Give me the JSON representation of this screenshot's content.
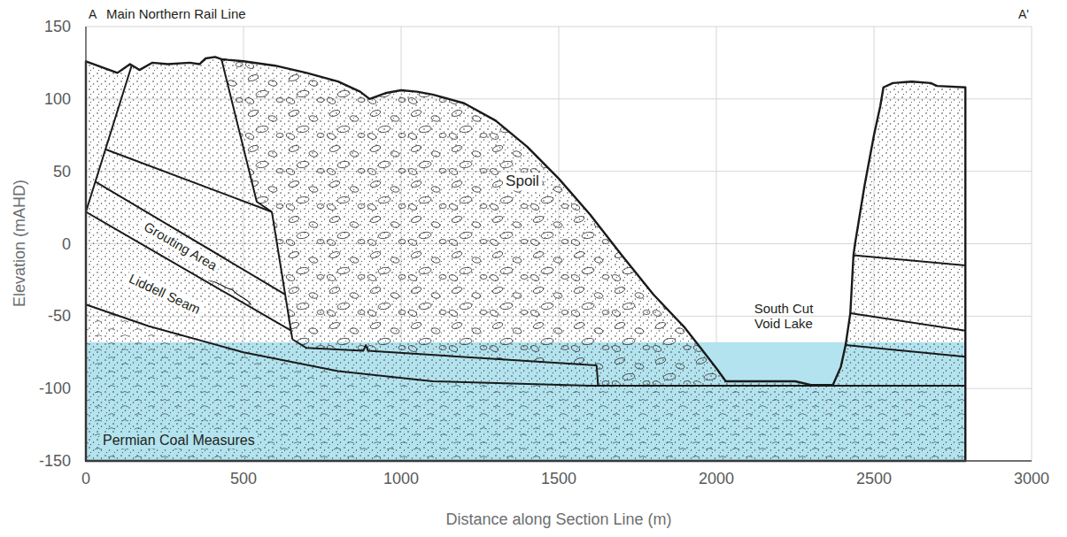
{
  "diagram": {
    "labels": [
      "A",
      "A'",
      "Main Northern Rail Line",
      "Spoil",
      "Grouting Area",
      "Liddell Seam",
      "South Cut Void Lake",
      "Permian Coal Measures",
      "Elevation (mAHD)",
      "150",
      "100",
      "50",
      "0",
      "-50",
      "-100",
      "-150",
      "Distance along Section Line (m)",
      "0",
      "500",
      "1000",
      "1500",
      "2000",
      "2500",
      "3000"
    ]
  }
}
